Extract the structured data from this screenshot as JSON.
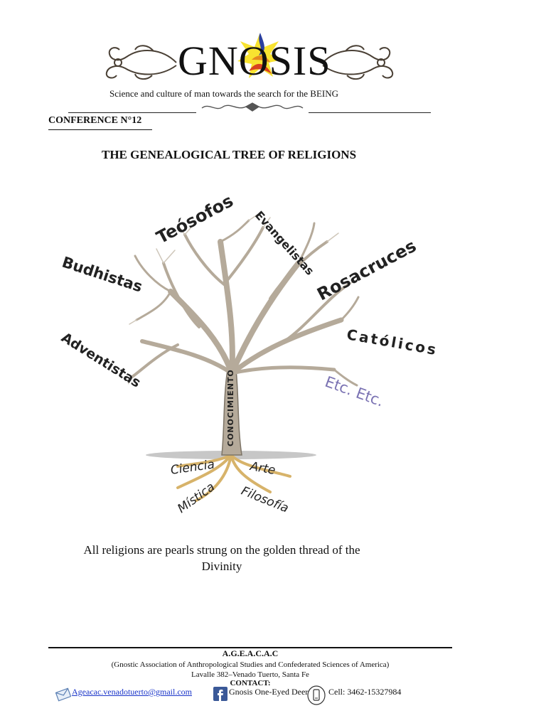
{
  "header": {
    "brand": "GNOSIS",
    "tagline": "Science and culture of man towards the search for the BEING"
  },
  "conference": "CONFERENCE N°12",
  "title": "THE GENEALOGICAL TREE OF RELIGIONS",
  "tree": {
    "trunk_label": "CONOCIMIENTO",
    "branches": [
      "Teósofos",
      "Evangelistas",
      "Budhistas",
      "Rosacruces",
      "Católicos",
      "Adventistas",
      "Etc. Etc."
    ],
    "roots": [
      "Ciencia",
      "Arte",
      "Mística",
      "Filosofía"
    ]
  },
  "quote": {
    "line1": "All religions are pearls strung on the golden thread of the",
    "line2": "Divinity"
  },
  "footer": {
    "org": "A.G.E.A.C.A.C",
    "org_full": "(Gnostic Association of Anthropological Studies and Confederated Sciences of America)",
    "address": "Lavalle 382–Venado Tuerto, Santa Fe",
    "contact_label": "CONTACT:",
    "email": "Ageacac.venadotuerto@gmail.com",
    "facebook": "Gnosis One-Eyed Deer",
    "cell": "Cell: 3462-15327984"
  },
  "colors": {
    "etc_label": "#7b73b3",
    "root_gold": "#d7b36a",
    "bark": "#b5aa9a",
    "email_link": "#1a35c9",
    "facebook_blue": "#3b5998"
  }
}
